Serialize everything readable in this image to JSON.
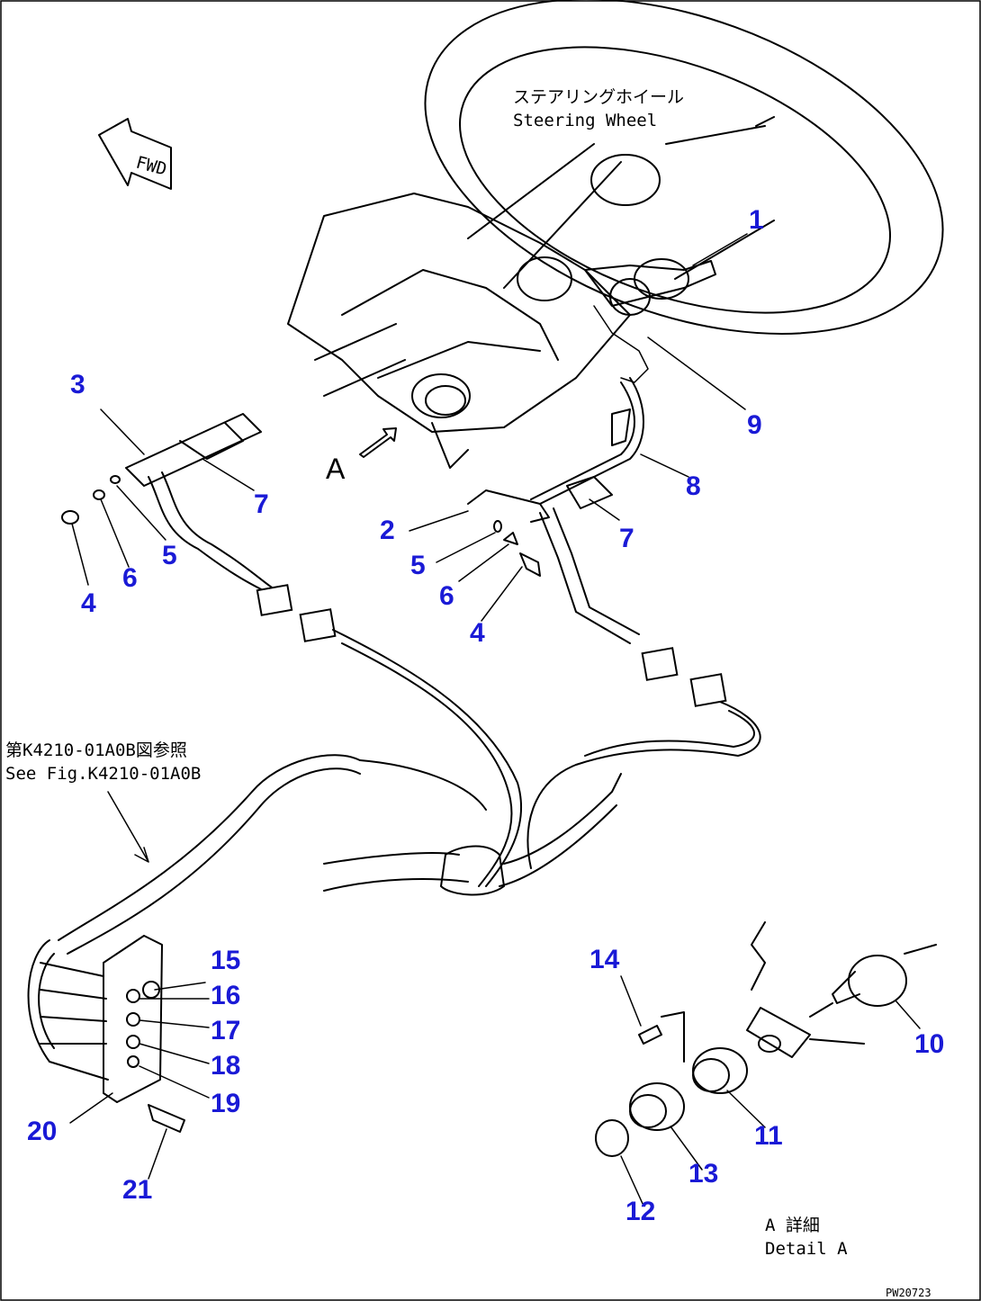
{
  "labels": {
    "steering_jp": "ステアリングホイール",
    "steering_en": "Steering Wheel",
    "fwd": "FWD",
    "view_a": "A",
    "see_fig_jp": "第K4210-01A0B図参照",
    "see_fig_en": "See Fig.K4210-01A0B",
    "detail_jp": "A 詳細",
    "detail_en": "Detail A",
    "drawing_code": "PW20723"
  },
  "callouts": [
    "1",
    "2",
    "3",
    "4",
    "4",
    "5",
    "5",
    "6",
    "6",
    "7",
    "7",
    "8",
    "9",
    "10",
    "11",
    "12",
    "13",
    "14",
    "15",
    "16",
    "17",
    "18",
    "19",
    "20",
    "21"
  ],
  "colors": {
    "callout": "#1a1ad6",
    "line": "#000000"
  }
}
